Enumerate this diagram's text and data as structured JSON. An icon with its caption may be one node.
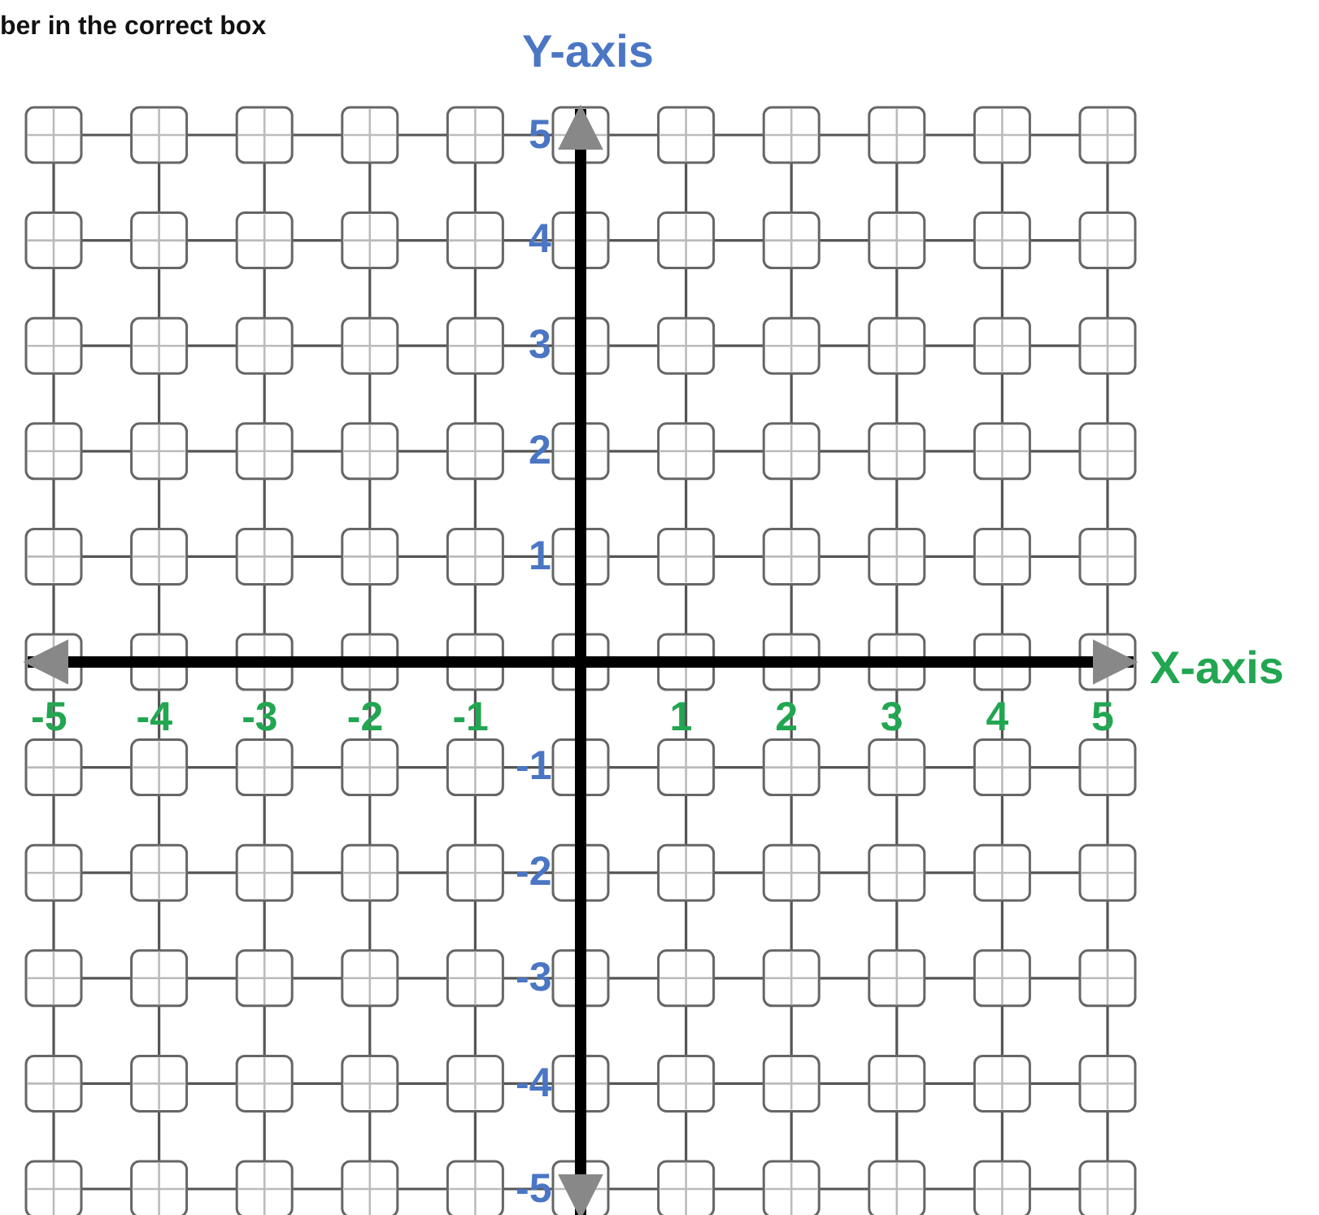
{
  "diagram": {
    "labels": [
      "ber in the correct box",
      "Y-axis",
      "5",
      "4",
      "3",
      "2",
      "1",
      "X-axis",
      "-5",
      "-4",
      "-3",
      "-2",
      "-1",
      "1",
      "2",
      "3",
      "4",
      "5",
      "-1",
      "-2",
      "-3",
      "-4",
      "-5"
    ]
  }
}
